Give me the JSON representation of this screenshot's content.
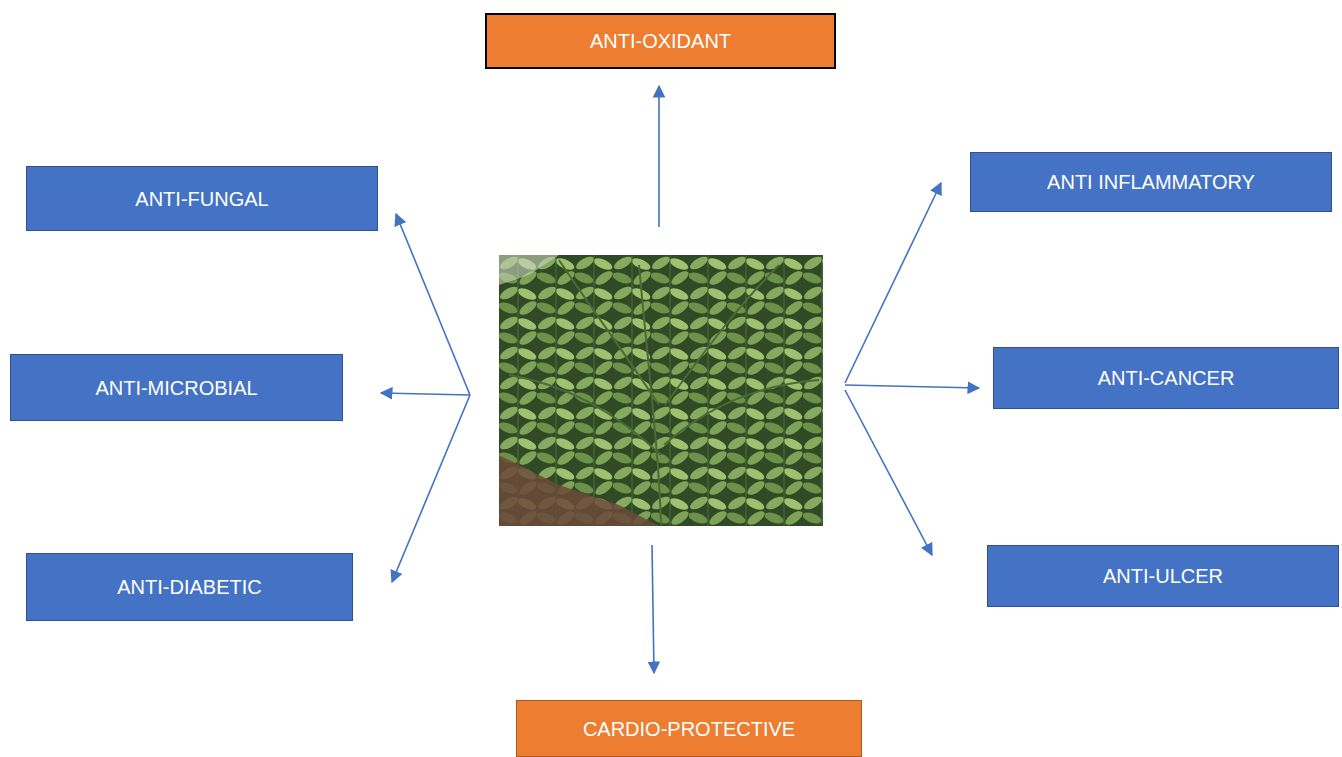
{
  "diagram": {
    "nodes": [
      {
        "text": [
          "ANTI-OXIDANT"
        ]
      },
      {
        "text": [
          "ANTI-FUNGAL"
        ]
      },
      {
        "text": [
          "ANTI INFLAMMATORY"
        ]
      },
      {
        "text": [
          "ANTI-MICROBIAL"
        ]
      },
      {
        "text": [
          "ANTI-CANCER"
        ]
      },
      {
        "text": [
          "ANTI-DIABETIC"
        ]
      },
      {
        "text": [
          "ANTI-ULCER"
        ]
      },
      {
        "text": [
          "CARDIO-PROTECTIVE"
        ]
      }
    ]
  }
}
